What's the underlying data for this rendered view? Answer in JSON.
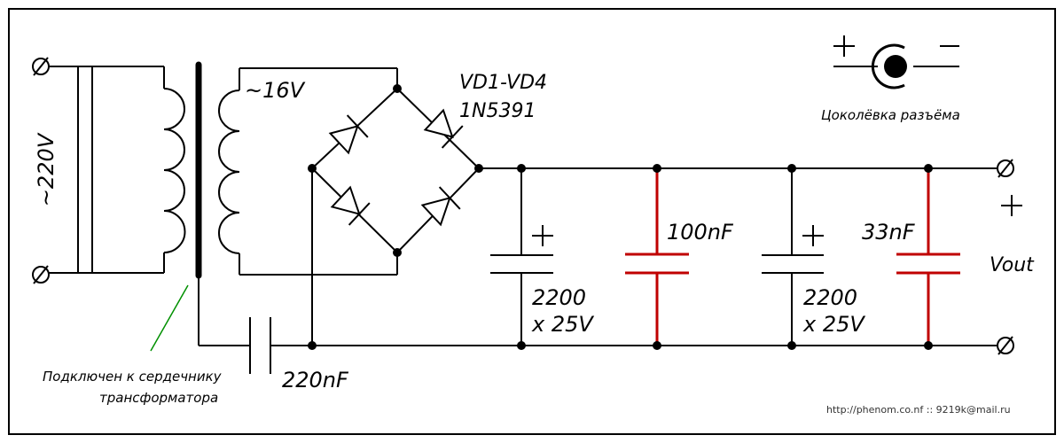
{
  "labels": {
    "mains_voltage": "~220V",
    "secondary_voltage": "~16V",
    "diode_ref": "VD1-VD4",
    "diode_part": "1N5391",
    "connector_caption": "Цоколёвка разъёма",
    "connector_plus": "+",
    "connector_minus": "−",
    "core_note_line1": "Подключен к сердечнику",
    "core_note_line2": "трансформатора",
    "cap_core": "220nF",
    "cap1_value": "2200",
    "cap1_rating": "x 25V",
    "cap1_polarity": "+",
    "cap2_value": "100nF",
    "cap3_value": "2200",
    "cap3_rating": "x 25V",
    "cap3_polarity": "+",
    "cap4_value": "33nF",
    "output_plus": "+",
    "output_label": "Vout",
    "credit": "http://phenom.co.nf :: 9219k@mail.ru"
  },
  "colors": {
    "wire": "#000000",
    "ceramic_cap": "#c00000",
    "leader_line": "#009000",
    "border": "#000000"
  }
}
